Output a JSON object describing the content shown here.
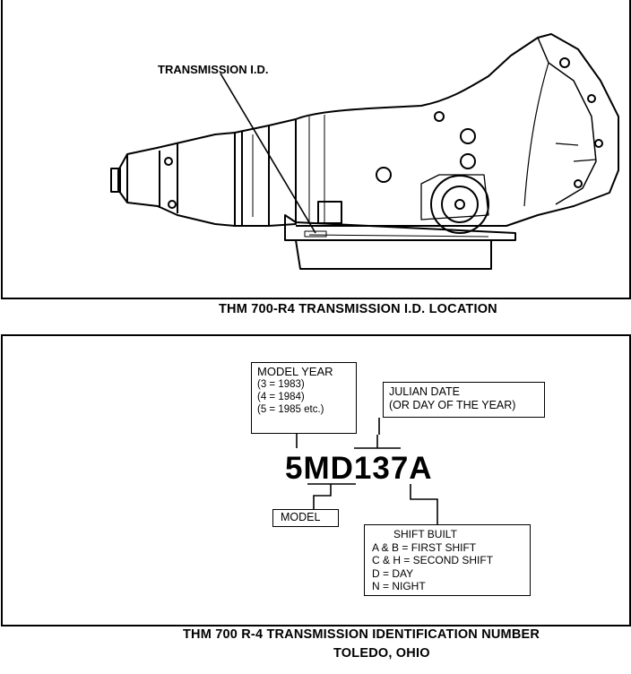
{
  "top_panel": {
    "callout": "TRANSMISSION I.D.",
    "caption": "THM 700-R4 TRANSMISSION I.D.  LOCATION"
  },
  "bottom_panel": {
    "code": "5MD137A",
    "model_year": {
      "title": "MODEL YEAR",
      "lines": [
        "(3 = 1983)",
        "(4 = 1984)",
        "(5 = 1985 etc.)"
      ]
    },
    "julian_date": {
      "lines": [
        "JULIAN DATE",
        "(OR DAY OF THE YEAR)"
      ]
    },
    "model": {
      "label": "MODEL"
    },
    "shift_built": {
      "title": "SHIFT BUILT",
      "lines": [
        "A & B = FIRST SHIFT",
        "C & H = SECOND SHIFT",
        "D  =  DAY",
        "N  =  NIGHT"
      ]
    }
  },
  "footer": {
    "caption_line1": "THM 700 R-4 TRANSMISSION IDENTIFICATION NUMBER",
    "caption_line2": "TOLEDO, OHIO"
  }
}
